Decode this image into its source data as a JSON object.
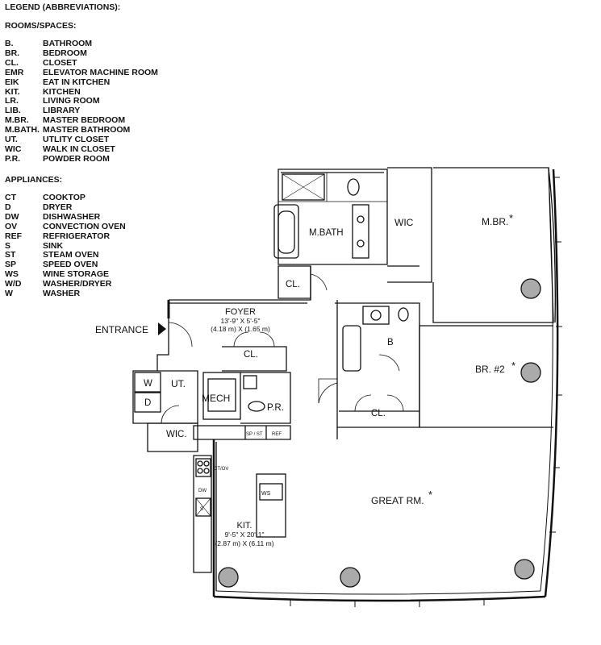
{
  "legend": {
    "title": "LEGEND (ABBREVIATIONS):",
    "rooms_title": "ROOMS/SPACES:",
    "rooms": [
      {
        "abbr": "B.",
        "name": "BATHROOM"
      },
      {
        "abbr": "BR.",
        "name": "BEDROOM"
      },
      {
        "abbr": "CL.",
        "name": "CLOSET"
      },
      {
        "abbr": "EMR",
        "name": "ELEVATOR MACHINE ROOM"
      },
      {
        "abbr": "EIK",
        "name": "EAT IN KITCHEN"
      },
      {
        "abbr": "KIT.",
        "name": "KITCHEN"
      },
      {
        "abbr": "LR.",
        "name": "LIVING ROOM"
      },
      {
        "abbr": "LIB.",
        "name": "LIBRARY"
      },
      {
        "abbr": "M.BR.",
        "name": "MASTER BEDROOM"
      },
      {
        "abbr": "M.BATH.",
        "name": "MASTER BATHROOM"
      },
      {
        "abbr": "UT.",
        "name": "UTLITY CLOSET"
      },
      {
        "abbr": "WIC",
        "name": "WALK IN CLOSET"
      },
      {
        "abbr": "P.R.",
        "name": "POWDER ROOM"
      }
    ],
    "appliances_title": "APPLIANCES:",
    "appliances": [
      {
        "abbr": "CT",
        "name": "COOKTOP"
      },
      {
        "abbr": "D",
        "name": "DRYER"
      },
      {
        "abbr": "DW",
        "name": "DISHWASHER"
      },
      {
        "abbr": "OV",
        "name": "CONVECTION OVEN"
      },
      {
        "abbr": "REF",
        "name": "REFRIGERATOR"
      },
      {
        "abbr": "S",
        "name": "SINK"
      },
      {
        "abbr": "ST",
        "name": "STEAM OVEN"
      },
      {
        "abbr": "SP",
        "name": "SPEED OVEN"
      },
      {
        "abbr": "WS",
        "name": "WINE STORAGE"
      },
      {
        "abbr": "W/D",
        "name": "WASHER/DRYER"
      },
      {
        "abbr": "W",
        "name": "WASHER"
      }
    ]
  },
  "plan": {
    "entrance": "ENTRANCE",
    "foyer": {
      "name": "FOYER",
      "dim_ft": "13'-9\" X 5'-5\"",
      "dim_m": "(4.18 m) X (1.65 m)"
    },
    "kitchen": {
      "name": "KIT.",
      "dim_ft": "9'-5\" X 20'-1\"",
      "dim_m": "(2.87 m) X (6.11 m)"
    },
    "great_room": "GREAT RM.",
    "master_bedroom": "M.BR.",
    "bedroom2": "BR. #2",
    "master_bath": "M.BATH",
    "wic_master": "WIC",
    "wic_utility": "WIC.",
    "bath": "B",
    "closet_master": "CL.",
    "closet_foyer": "CL.",
    "closet_br2": "CL.",
    "utility": "UT.",
    "mech": "MECH",
    "powder_room": "P.R.",
    "washer": "W",
    "dryer": "D",
    "asterisk": "*",
    "appl_sp_st": "SP / ST",
    "appl_ref": "REF",
    "appl_ct_ov": "CT/OV",
    "appl_dw": "DW",
    "appl_ws": "WS",
    "appl_s": "S"
  }
}
